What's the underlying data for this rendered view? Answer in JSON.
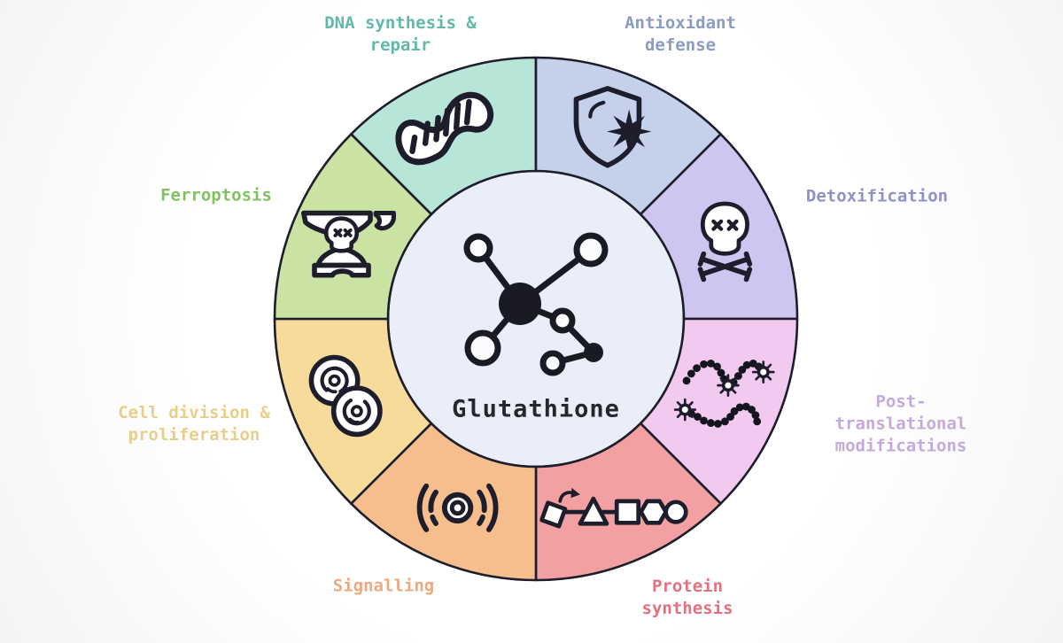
{
  "page": {
    "background": "#fdfdfe",
    "outline_color": "#1d1d2b"
  },
  "hub": {
    "label": "Glutathione",
    "fill": "#e9eef8",
    "text_color": "#26262e",
    "icon": "molecule-icon"
  },
  "wheel": {
    "segments": [
      {
        "id": "dna",
        "label": "DNA synthesis &\nrepair",
        "icon": "dna-icon",
        "fill": "#b7e6d9",
        "label_color": "#62b9a9",
        "start_angle": 135
      },
      {
        "id": "antioxidant",
        "label": "Antioxidant\ndefense",
        "icon": "shield-star-icon",
        "fill": "#c5d0eb",
        "label_color": "#8b9cc0",
        "start_angle": 90
      },
      {
        "id": "detoxification",
        "label": "Detoxification",
        "icon": "skull-crossbones-icon",
        "fill": "#cec6f0",
        "label_color": "#9191c6",
        "start_angle": 45
      },
      {
        "id": "ptm",
        "label": "Post-translational\nmodifications",
        "icon": "peptide-beads-icon",
        "fill": "#f2caf0",
        "label_color": "#c4aadb",
        "start_angle": 0
      },
      {
        "id": "protein",
        "label": "Protein\nsynthesis",
        "icon": "shape-chain-icon",
        "fill": "#f3a0a3",
        "label_color": "#e2717f",
        "start_angle": -45
      },
      {
        "id": "signalling",
        "label": "Signalling",
        "icon": "signal-waves-icon",
        "fill": "#f7be8d",
        "label_color": "#edaa80",
        "start_angle": -90
      },
      {
        "id": "celldiv",
        "label": "Cell division &\nproliferation",
        "icon": "cell-division-icon",
        "fill": "#f6db9a",
        "label_color": "#e7cf8a",
        "start_angle": -135
      },
      {
        "id": "ferroptosis",
        "label": "Ferroptosis",
        "icon": "anvil-skull-icon",
        "fill": "#cae3a3",
        "label_color": "#82c162",
        "start_angle": -180
      }
    ]
  }
}
